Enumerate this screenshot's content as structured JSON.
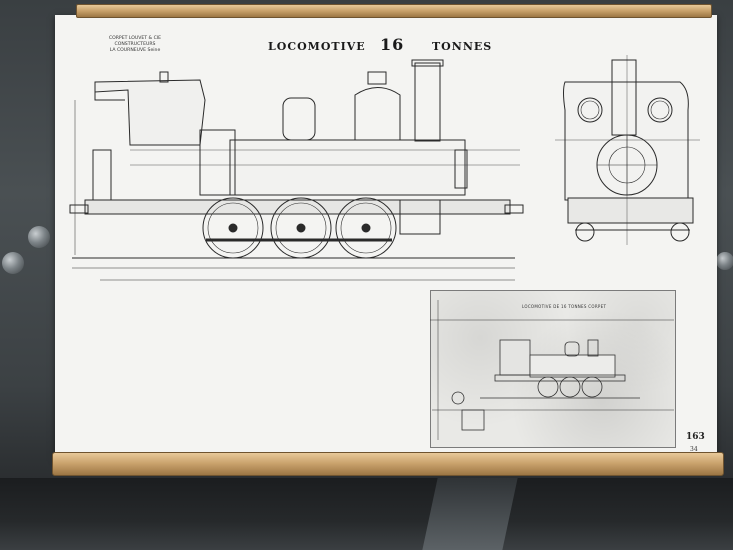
{
  "poster": {
    "maker_line1": "CORPET LOUVET & CIE",
    "maker_line2": "CONSTRUCTEURS",
    "maker_line3": "LA COURNEUVE Seine",
    "title_word1": "LOCOMOTIVE",
    "title_number": "16",
    "title_word2": "TONNES"
  },
  "inset": {
    "title": "LOCOMOTIVE DE 16 TONNES CORPET"
  },
  "plate": {
    "number": "163",
    "sub": "34"
  }
}
